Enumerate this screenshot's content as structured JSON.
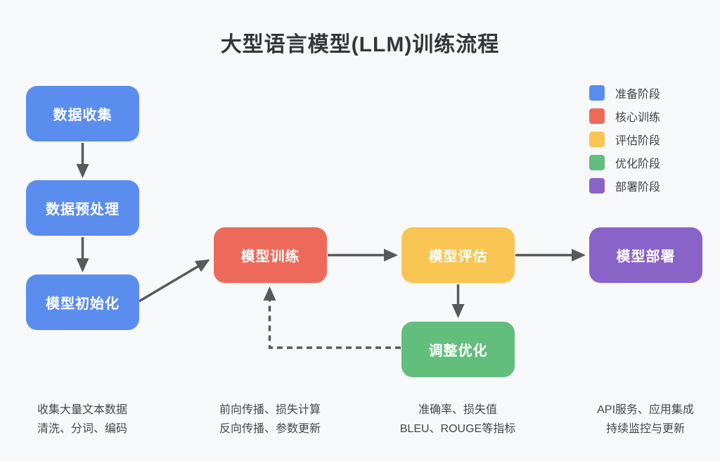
{
  "title": "大型语言模型(LLM)训练流程",
  "colors": {
    "background": "#F7F8FA",
    "arrow": "#58595B",
    "title_text": "#35363A",
    "node_text": "#FFFFFF",
    "annotation_text": "#44474C",
    "blue": "#5B8DEE",
    "red": "#ED6A5B",
    "yellow": "#F9C552",
    "green": "#62BE7C",
    "purple": "#8A63C8"
  },
  "legend": {
    "items": [
      {
        "label": "准备阶段",
        "color": "#5B8DEE"
      },
      {
        "label": "核心训练",
        "color": "#ED6A5B"
      },
      {
        "label": "评估阶段",
        "color": "#F9C552"
      },
      {
        "label": "优化阶段",
        "color": "#62BE7C"
      },
      {
        "label": "部署阶段",
        "color": "#8A63C8"
      }
    ]
  },
  "nodes": [
    {
      "id": "data-collection",
      "label": "数据收集",
      "color": "#5B8DEE"
    },
    {
      "id": "data-preprocessing",
      "label": "数据预处理",
      "color": "#5B8DEE"
    },
    {
      "id": "model-initialization",
      "label": "模型初始化",
      "color": "#5B8DEE"
    },
    {
      "id": "model-training",
      "label": "模型训练",
      "color": "#ED6A5B"
    },
    {
      "id": "model-evaluation",
      "label": "模型评估",
      "color": "#F9C552"
    },
    {
      "id": "model-deployment",
      "label": "模型部署",
      "color": "#8A63C8"
    },
    {
      "id": "adjustment-optimization",
      "label": "调整优化",
      "color": "#62BE7C"
    }
  ],
  "edges": [
    {
      "from": "数据收集",
      "to": "数据预处理",
      "style": "solid"
    },
    {
      "from": "数据预处理",
      "to": "模型初始化",
      "style": "solid"
    },
    {
      "from": "模型初始化",
      "to": "模型训练",
      "style": "solid"
    },
    {
      "from": "模型训练",
      "to": "模型评估",
      "style": "solid"
    },
    {
      "from": "模型评估",
      "to": "模型部署",
      "style": "solid"
    },
    {
      "from": "模型评估",
      "to": "调整优化",
      "style": "solid"
    },
    {
      "from": "调整优化",
      "to": "模型训练",
      "style": "dashed"
    }
  ],
  "annotations": [
    {
      "line1": "收集大量文本数据",
      "line2": "清洗、分词、编码"
    },
    {
      "line1": "前向传播、损失计算",
      "line2": "反向传播、参数更新"
    },
    {
      "line1": "准确率、损失值",
      "line2": "BLEU、ROUGE等指标"
    },
    {
      "line1": "API服务、应用集成",
      "line2": "持续监控与更新"
    }
  ]
}
